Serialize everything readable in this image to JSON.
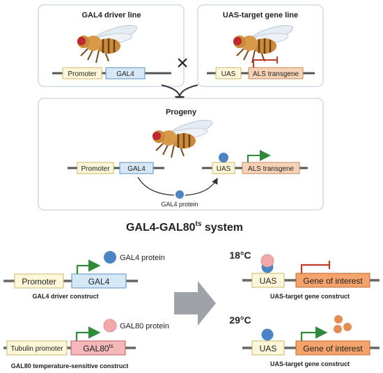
{
  "top": {
    "left_panel_title": "GAL4 driver line",
    "right_panel_title": "UAS-target gene line",
    "left_promoter": "Promoter",
    "left_gal4": "GAL4",
    "right_uas": "UAS",
    "right_transgene": "ALS transgene",
    "cross_symbol": "×"
  },
  "progeny": {
    "title": "Progeny",
    "promoter": "Promoter",
    "gal4": "GAL4",
    "uas": "UAS",
    "transgene": "ALS transgene",
    "protein_label": "GAL4 protein"
  },
  "system": {
    "title_main": "GAL4-GAL80",
    "title_sup": "ts",
    "title_end": " system"
  },
  "bottom_left": {
    "driver_promoter": "Promoter",
    "driver_gal4": "GAL4",
    "driver_protein": "GAL4 protein",
    "driver_caption": "GAL4 driver construct",
    "ts_promoter": "Tubulin promoter",
    "ts_gal80": "GAL80",
    "ts_gal80_sup": "ts",
    "ts_protein": "GAL80 protein",
    "ts_caption": "GAL80 temperature-sensitive construct"
  },
  "bottom_right": {
    "temp_low": "18°C",
    "temp_high": "29°C",
    "uas": "UAS",
    "gene": "Gene of interest",
    "caption": "UAS-target gene construct"
  },
  "colors": {
    "promoter_fill": "#fdf6d8",
    "promoter_stroke": "#c9b86b",
    "gal4_fill": "#d6e8f6",
    "gal4_stroke": "#5b8fbf",
    "transgene_fill": "#f6d3b6",
    "transgene_stroke": "#c48a5c",
    "gene_fill": "#f3a36b",
    "gene_stroke": "#c06a2e",
    "gal80_fill": "#f5b7b7",
    "gal80_stroke": "#c45b5b",
    "gal4_protein": "#4a84c4",
    "gal80_protein": "#f3a9a9",
    "expressed_protein": "#e48d52",
    "arrow_green": "#2e8b3b",
    "repress_red": "#c0392b",
    "panel_border": "#c9d2e3"
  }
}
